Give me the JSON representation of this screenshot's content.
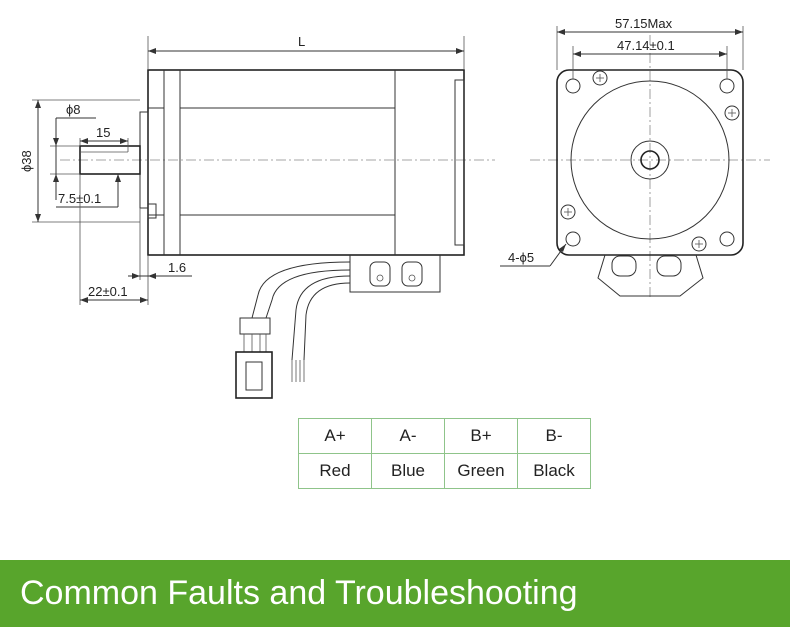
{
  "drawing": {
    "side_view": {
      "length_label": "L",
      "shaft_diameter": "ϕ8",
      "shaft_flat_length": "15",
      "boss_diameter": "ϕ38",
      "flat_depth": "7.5±0.1",
      "shaft_length": "22±0.1",
      "flange_thickness": "1.6"
    },
    "front_view": {
      "overall_width": "57.15Max",
      "hole_spacing": "47.14±0.1",
      "mounting_holes": "4-ϕ5"
    }
  },
  "wiring_table": {
    "headers": [
      "A+",
      "A-",
      "B+",
      "B-"
    ],
    "colors": [
      "Red",
      "Blue",
      "Green",
      "Black"
    ]
  },
  "banner": {
    "title": "Common Faults and Troubleshooting",
    "background_color": "#58a52c"
  }
}
